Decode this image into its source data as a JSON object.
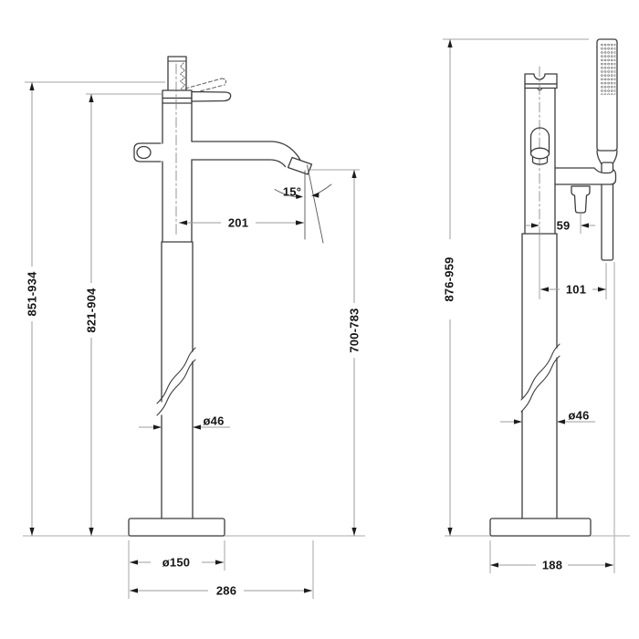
{
  "front_view": {
    "overall_height": "851-934",
    "handle_height": "821-904",
    "spout_outlet_height": "700-783",
    "spout_reach": "201",
    "spout_angle": "15°",
    "column_diameter": "ø46",
    "base_diameter": "ø150",
    "overall_depth": "286"
  },
  "side_view": {
    "overall_height": "876-959",
    "diverter_offset": "59",
    "hand_shower_offset": "101",
    "column_diameter": "ø46",
    "base_depth": "188"
  }
}
